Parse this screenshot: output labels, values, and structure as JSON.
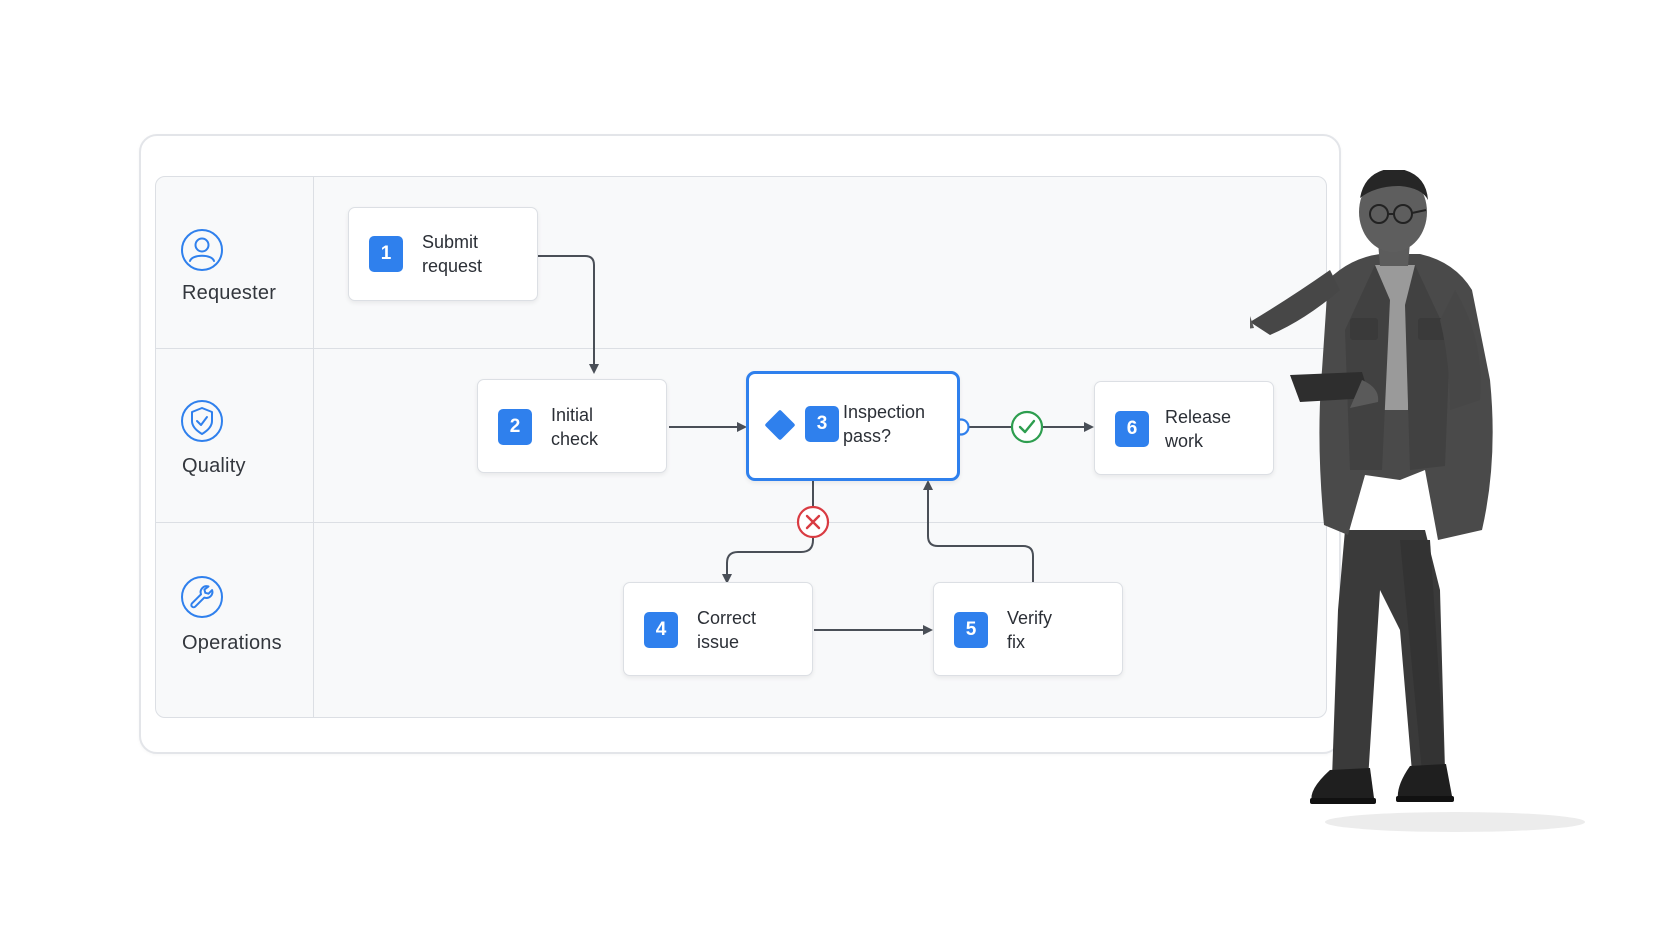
{
  "lanes": [
    {
      "label": "Requester",
      "icon": "user-icon"
    },
    {
      "label": "Quality",
      "icon": "shield-check-icon"
    },
    {
      "label": "Operations",
      "icon": "wrench-icon"
    }
  ],
  "steps": [
    {
      "number": "1",
      "line1": "Submit",
      "line2": "request"
    },
    {
      "number": "2",
      "line1": "Initial",
      "line2": "check"
    },
    {
      "number": "3",
      "line1": "Inspection",
      "line2": "pass?"
    },
    {
      "number": "4",
      "line1": "Correct",
      "line2": "issue"
    },
    {
      "number": "5",
      "line1": "Verify",
      "line2": "fix"
    },
    {
      "number": "6",
      "line1": "Release",
      "line2": "work"
    }
  ],
  "colors": {
    "accent": "#2f80ed",
    "pass": "#2e9e4f",
    "fail": "#d93b42",
    "connector": "#4a4f57"
  }
}
